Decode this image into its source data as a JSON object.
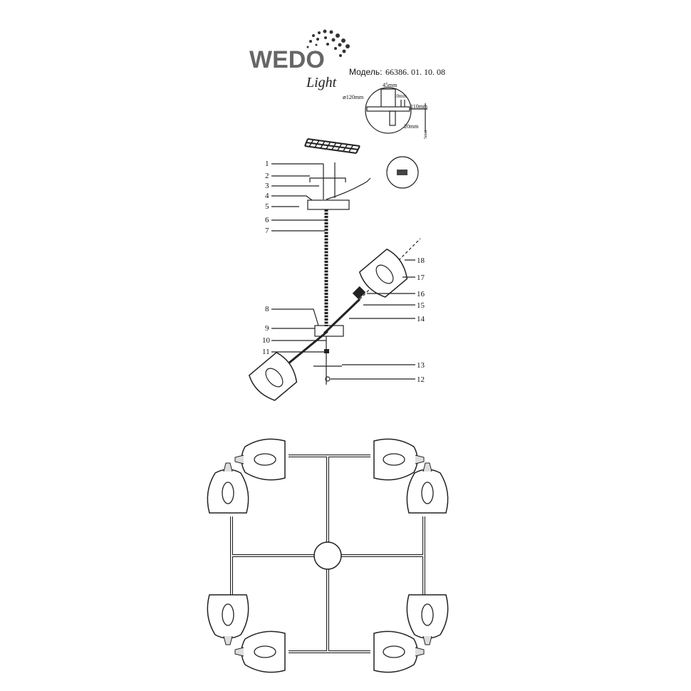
{
  "logo": {
    "brand": "WEDO",
    "script": "Light"
  },
  "model": {
    "label": "Модель:",
    "number": "66386. 01. 10. 08"
  },
  "dimensions": {
    "diameter": "⌀120mm",
    "d1": "45mm",
    "d2": "10mm",
    "d3": "110mm",
    "d4": "20mm",
    "d5": "5mm"
  },
  "parts_left": [
    "1",
    "2",
    "3",
    "4",
    "5",
    "6",
    "7",
    "8",
    "9",
    "10",
    "11"
  ],
  "parts_right": [
    "18",
    "17",
    "16",
    "15",
    "14",
    "13",
    "12"
  ]
}
